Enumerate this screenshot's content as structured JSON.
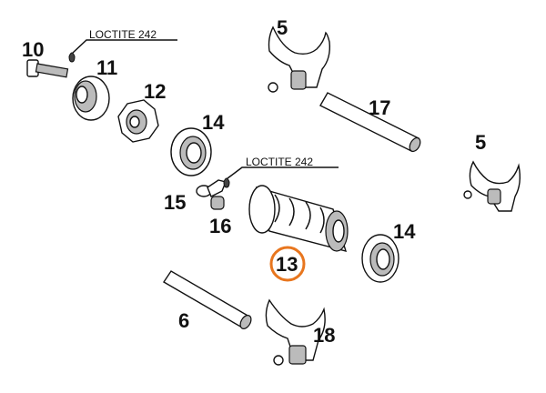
{
  "notes": {
    "loctite_upper": "LOCTITE 242",
    "loctite_lower": "LOCTITE 242"
  },
  "callouts": {
    "p10": "10",
    "p11": "11",
    "p12": "12",
    "p5_top": "5",
    "p17": "17",
    "p14_left": "14",
    "p5_right": "5",
    "p15": "15",
    "p16": "16",
    "p14_right": "14",
    "p13": "13",
    "p6": "6",
    "p18": "18"
  },
  "highlight": {
    "part": "13",
    "color": "#e8761e"
  }
}
